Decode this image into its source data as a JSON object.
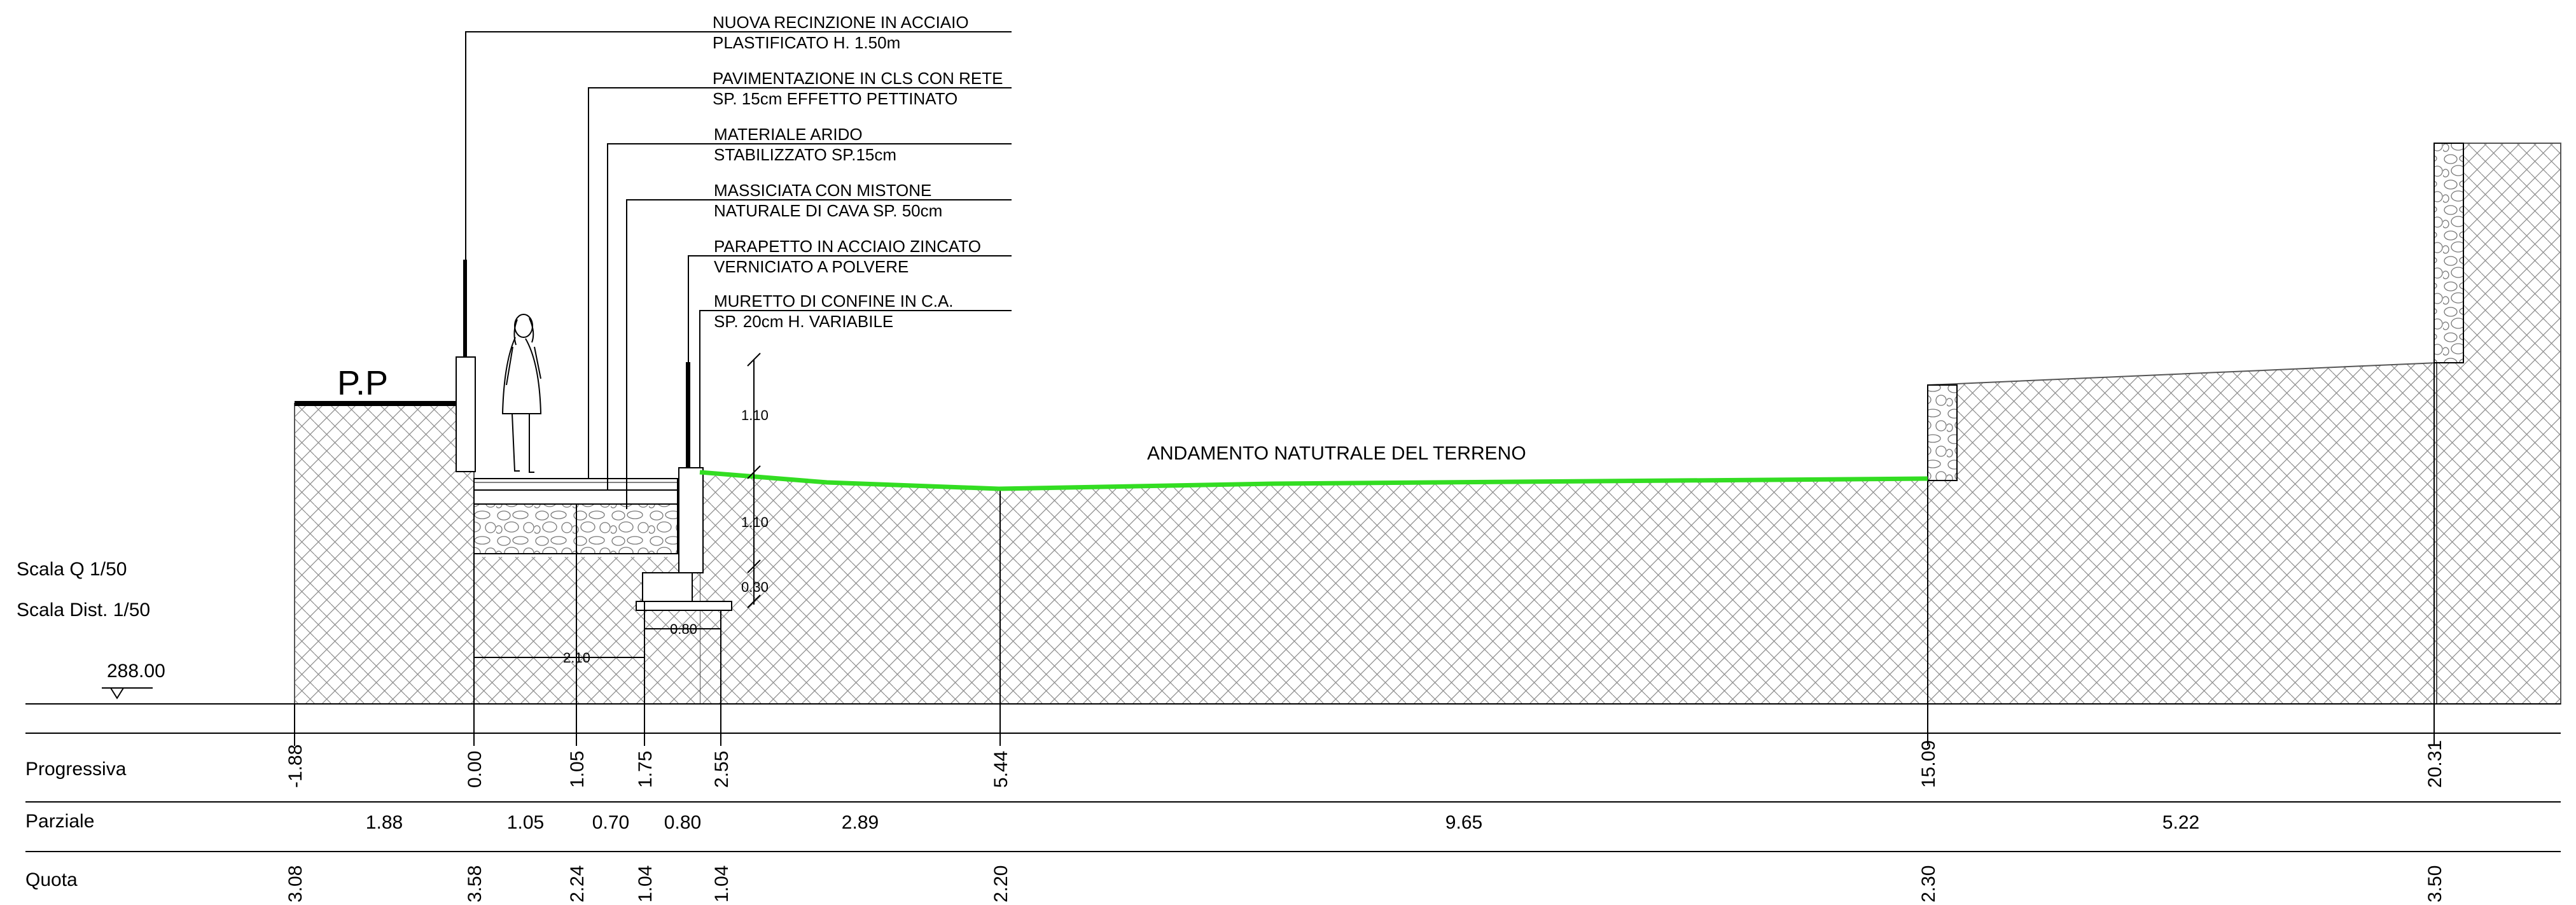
{
  "callouts": [
    {
      "line1": "NUOVA RECINZIONE IN ACCIAIO",
      "line2": "PLASTIFICATO H. 1.50m"
    },
    {
      "line1": "PAVIMENTAZIONE IN CLS CON RETE",
      "line2": "SP. 15cm EFFETTO PETTINATO"
    },
    {
      "line1": "MATERIALE ARIDO",
      "line2": "STABILIZZATO SP.15cm"
    },
    {
      "line1": "MASSICIATA CON MISTONE",
      "line2": "NATURALE DI CAVA SP. 50cm"
    },
    {
      "line1": "PARAPETTO IN ACCIAIO ZINCATO",
      "line2": "VERNICIATO A POLVERE"
    },
    {
      "line1": "MURETTO DI CONFINE IN C.A.",
      "line2": "SP. 20cm H. VARIABILE"
    }
  ],
  "labels": {
    "pp": "P.P",
    "terrain": "ANDAMENTO NATUTRALE DEL TERRENO",
    "scale_q": "Scala Q 1/50",
    "scale_dist": "Scala Dist. 1/50",
    "datum": "288.00"
  },
  "dims": {
    "h1": "1.10",
    "h2": "1.10",
    "h3": "0.30",
    "w1": "0.80",
    "w2": "2.10"
  },
  "table": {
    "row_labels": {
      "progressiva": "Progressiva",
      "parziale": "Parziale",
      "quota": "Quota"
    },
    "progressiva": [
      "-1.88",
      "0.00",
      "1.05",
      "1.75",
      "2.55",
      "5.44",
      "15.09",
      "20.31"
    ],
    "parziale": [
      "1.88",
      "1.05",
      "0.70",
      "0.80",
      "2.89",
      "9.65",
      "5.22"
    ],
    "quota": [
      "3.08",
      "3.58",
      "2.24",
      "1.04",
      "1.04",
      "2.20",
      "2.30",
      "3.50"
    ]
  },
  "colors": {
    "terrain_line": "#33dd22",
    "ink": "#000000"
  }
}
